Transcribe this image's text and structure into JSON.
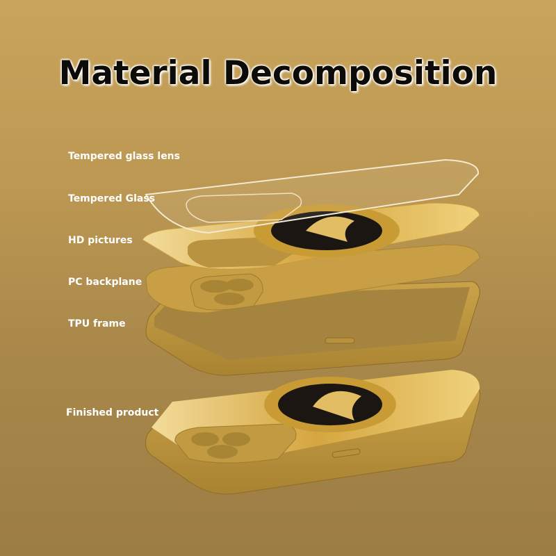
{
  "title": "Material Decomposition",
  "labels": {
    "lens": "Tempered glass lens",
    "glass": "Tempered Glass",
    "hd": "HD pictures",
    "pc": "PC backplane",
    "tpu": "TPU frame",
    "finished": "Finished product"
  },
  "colors": {
    "gold": "#d9ae4a",
    "dark_gold": "#a98331",
    "emblem": "#1b1612"
  }
}
